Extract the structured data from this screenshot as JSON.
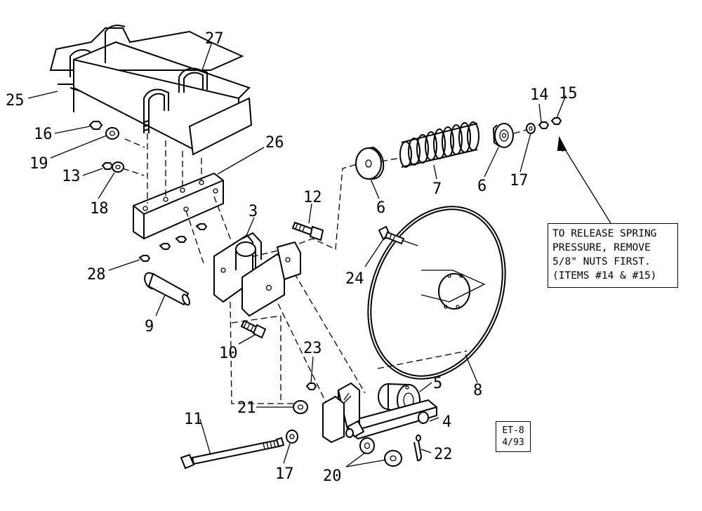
{
  "callouts": {
    "c27": "27",
    "c25": "25",
    "c16": "16",
    "c19": "19",
    "c26": "26",
    "c13": "13",
    "c18": "18",
    "c28": "28",
    "c9": "9",
    "c3": "3",
    "c12": "12",
    "c10": "10",
    "c6a": "6",
    "c7": "7",
    "c6b": "6",
    "c17a": "17",
    "c14": "14",
    "c15": "15",
    "c24": "24",
    "c8": "8",
    "c23": "23",
    "c5": "5",
    "c21": "21",
    "c4": "4",
    "c11": "11",
    "c17b": "17",
    "c20": "20",
    "c22": "22"
  },
  "note": {
    "line1": "TO RELEASE SPRING",
    "line2": "PRESSURE, REMOVE",
    "line3": "5/8\" NUTS FIRST.",
    "line4": "(ITEMS #14 & #15)"
  },
  "stamp": {
    "line1": "ET-8",
    "line2": "4/93"
  }
}
